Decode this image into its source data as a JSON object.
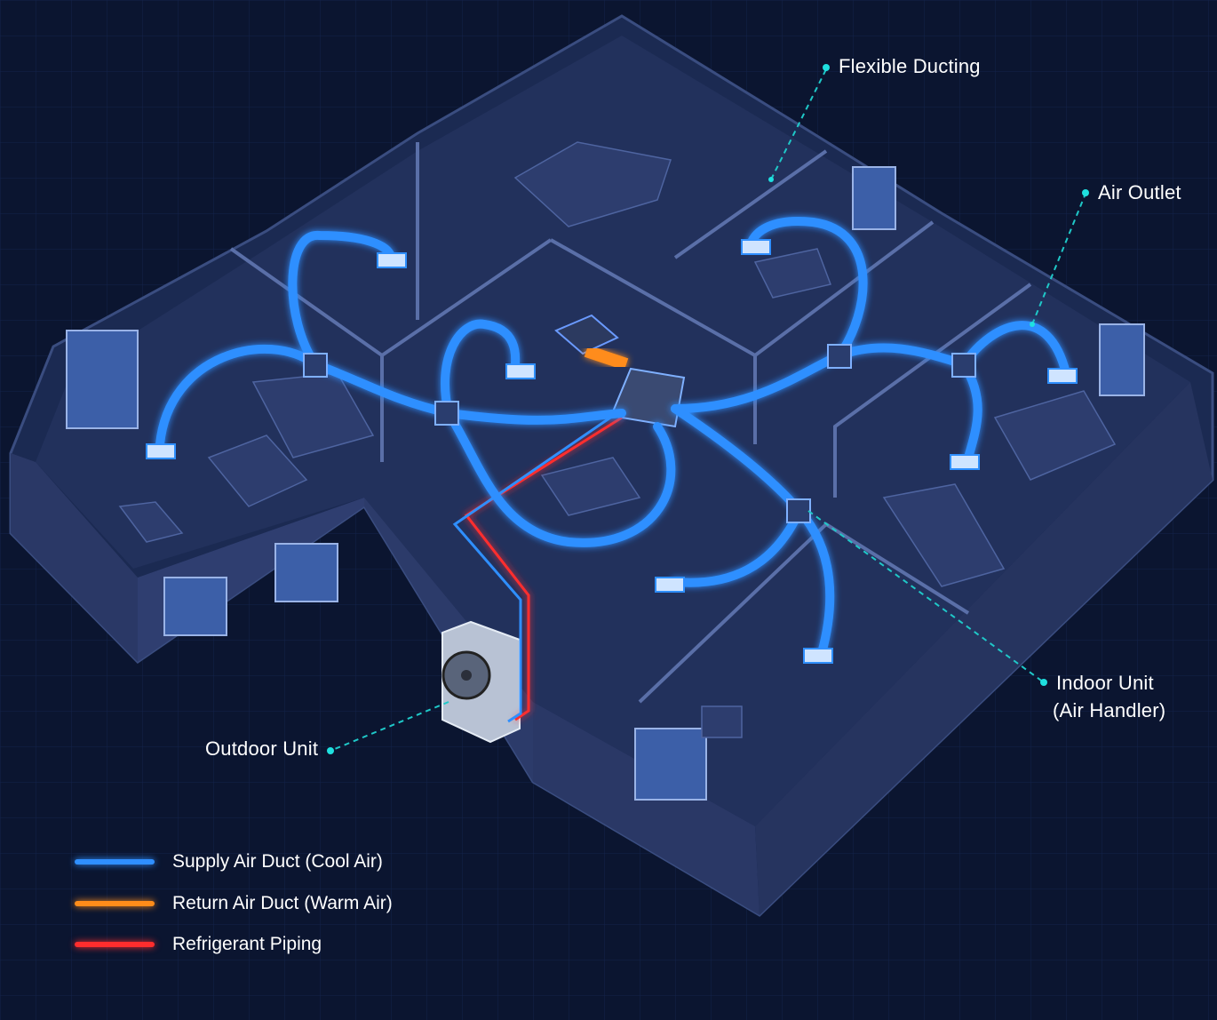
{
  "callouts": {
    "flexible_ducting": "Flexible Ducting",
    "air_outlet": "Air Outlet",
    "indoor_unit_line1": "Indoor Unit",
    "indoor_unit_line2": "(Air Handler)",
    "outdoor_unit": "Outdoor Unit"
  },
  "legend": [
    {
      "label": "Supply Air Duct (Cool Air)",
      "color": "#2f8fff"
    },
    {
      "label": "Return Air Duct (Warm Air)",
      "color": "#ff8c1a"
    },
    {
      "label": "Refrigerant Piping",
      "color": "#ff2d2d"
    }
  ],
  "colors": {
    "background": "#0b1530",
    "callout_line": "#1fc8c8",
    "duct_glow": "#2f8fff"
  }
}
